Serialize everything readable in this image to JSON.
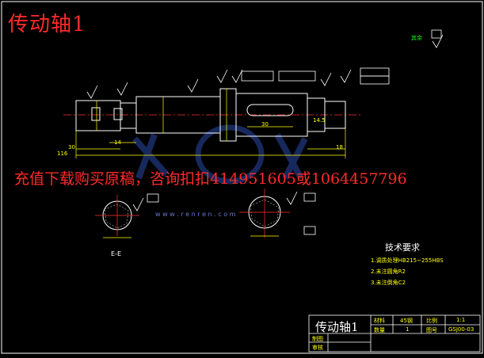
{
  "drawing": {
    "big_title": "传动轴1",
    "promo_text": "充值下载购买原稿，咨询扣扣414951605或1064457796",
    "watermark": "w w w . r e n r e n . c o m",
    "roughness_note": "其余",
    "section_label": "E-E",
    "tech_requirements": {
      "title": "技术要求",
      "items": [
        "1.调质处理HB215~255HBS",
        "2.未注圆角R2",
        "3.未注倒角C2"
      ]
    },
    "title_block": {
      "part_name": "传动轴1",
      "material_label": "材料",
      "material": "45钢",
      "scale_label": "比例",
      "scale": "1:1",
      "qty_label": "数量",
      "qty": "1",
      "drawing_no_label": "图号",
      "drawing_no": "GSJ00-03",
      "drawn_label": "制图",
      "checked_label": "审核"
    },
    "dimensions": {
      "overall_length": "116",
      "left_len": "30",
      "left_len2": "14",
      "right_len": "18",
      "key_len": "30",
      "right_small": "14.5"
    },
    "colors": {
      "background": "#000000",
      "line": "#ffffff",
      "center": "#ff3333",
      "dim": "#ffff00",
      "green": "#00ff00",
      "blue_wm": "#2a4aa8"
    }
  }
}
